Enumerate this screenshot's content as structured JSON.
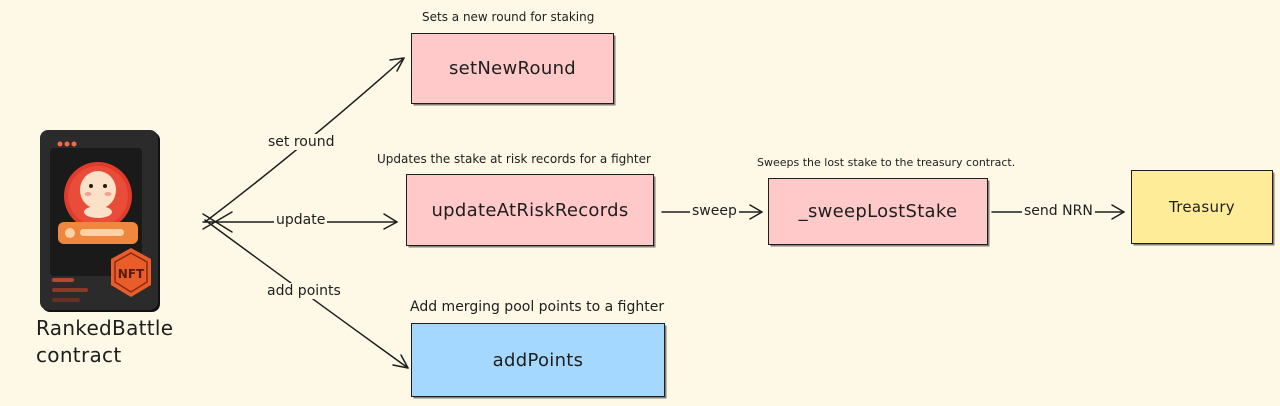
{
  "colors": {
    "background": "#fdf9e6",
    "pink_box": "#ffc9c9",
    "blue_box": "#a5d8ff",
    "yellow_box": "#ffec99",
    "stroke": "#1e1e1e"
  },
  "source": {
    "icon": "nft-card-icon",
    "badge_text": "NFT",
    "caption_line1": "RankedBattle",
    "caption_line2": "contract"
  },
  "nodes": {
    "set_new_round": {
      "label": "setNewRound",
      "note": "Sets a new round for staking"
    },
    "update_at_risk_records": {
      "label": "updateAtRiskRecords",
      "note": "Updates the stake at risk records for a fighter"
    },
    "sweep_lost_stake": {
      "label": "_sweepLostStake",
      "note": "Sweeps the lost stake to the treasury contract."
    },
    "treasury": {
      "label": "Treasury"
    },
    "add_points": {
      "label": "addPoints",
      "note": "Add merging pool points to a fighter"
    }
  },
  "edges": {
    "set_round": "set round",
    "update": "update",
    "add_points": "add points",
    "sweep": "sweep",
    "send_nrn": "send NRN"
  }
}
